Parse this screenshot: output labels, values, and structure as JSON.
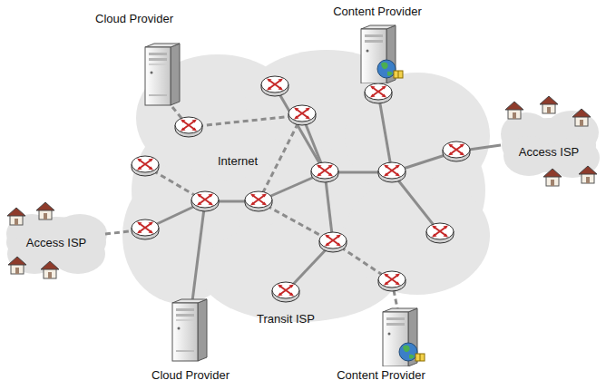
{
  "diagram": {
    "nodes": [
      {
        "text": [
          "Cloud Provider"
        ]
      },
      {
        "text": [
          "Content Provider"
        ]
      },
      {
        "text": [
          "Internet"
        ]
      },
      {
        "text": [
          "Access ISP"
        ]
      },
      {
        "text": [
          "Access ISP"
        ]
      },
      {
        "text": [
          "Cloud Provider"
        ]
      },
      {
        "text": [
          "Content Provider"
        ]
      }
    ],
    "labels": [
      "Transit ISP"
    ]
  }
}
